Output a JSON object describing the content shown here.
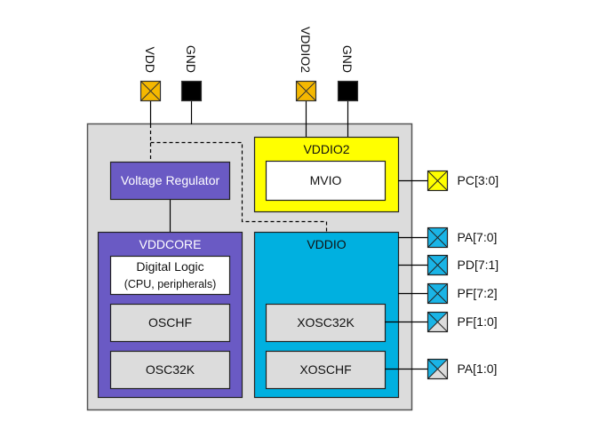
{
  "diagram": {
    "colors": {
      "chip_fill": "#DCDCDC",
      "regulator_fill": "#6A5AC4",
      "vddcore_fill": "#6A5AC4",
      "vddio2_fill": "#FFFF00",
      "vddio_fill": "#00B0E0",
      "block_fill": "#DCDCDC",
      "white_block_fill": "#FFFFFF",
      "power_pin": "#F5B800",
      "ground_pin": "#000000",
      "io_pin_vddio2": "#FFFF00",
      "io_pin_vddio": "#1AB4E6",
      "io_pin_partial": "#DCDCDC"
    },
    "top_pins": [
      {
        "label": "VDD",
        "type": "power"
      },
      {
        "label": "GND",
        "type": "ground"
      },
      {
        "label": "VDDIO2",
        "type": "power"
      },
      {
        "label": "GND",
        "type": "ground"
      }
    ],
    "voltage_regulator": {
      "label": "Voltage Regulator"
    },
    "vddcore": {
      "label": "VDDCORE",
      "blocks": [
        {
          "label": "Digital Logic",
          "sublabel": "(CPU, peripherals)"
        },
        {
          "label": "OSCHF"
        },
        {
          "label": "OSC32K"
        }
      ]
    },
    "vddio2": {
      "label": "VDDIO2",
      "blocks": [
        {
          "label": "MVIO"
        }
      ]
    },
    "vddio": {
      "label": "VDDIO",
      "blocks": [
        {
          "label": "XOSC32K"
        },
        {
          "label": "XOSCHF"
        }
      ]
    },
    "right_pins": [
      {
        "label": "PC[3:0]",
        "domain": "VDDIO2"
      },
      {
        "label": "PA[7:0]",
        "domain": "VDDIO"
      },
      {
        "label": "PD[7:1]",
        "domain": "VDDIO"
      },
      {
        "label": "PF[7:2]",
        "domain": "VDDIO"
      },
      {
        "label": "PF[1:0]",
        "domain": "VDDIO/XOSC32K"
      },
      {
        "label": "PA[1:0]",
        "domain": "VDDIO/XOSCHF"
      }
    ]
  }
}
